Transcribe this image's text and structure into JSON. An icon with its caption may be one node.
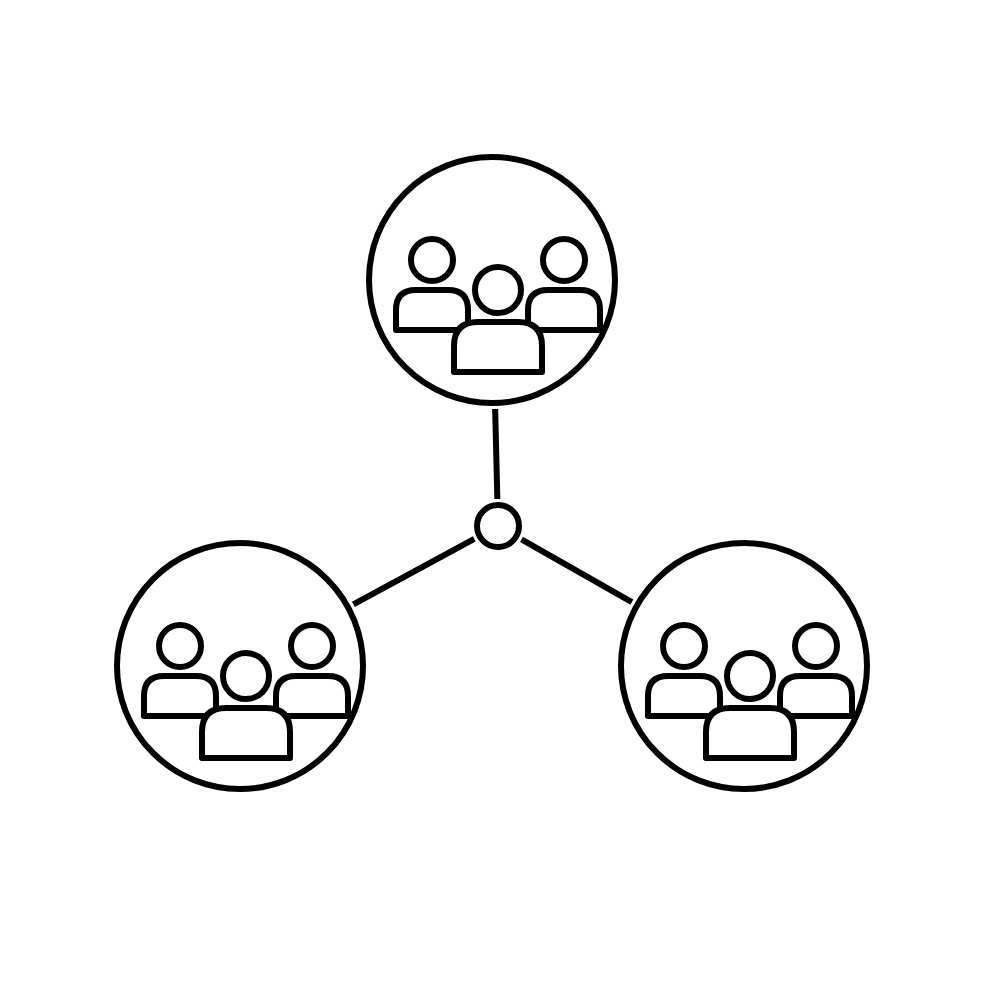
{
  "diagram": {
    "nodes": [
      {
        "text": [],
        "shape": "person"
      },
      {
        "text": [],
        "shape": "circle"
      },
      {
        "text": [],
        "shape": "person"
      },
      {
        "text": [],
        "shape": "person"
      }
    ],
    "edges": [
      {
        "from": 0,
        "to": 1,
        "arrow": "none"
      },
      {
        "from": 1,
        "to": 2,
        "arrow": "none"
      },
      {
        "from": 1,
        "to": 3,
        "arrow": "none"
      }
    ]
  }
}
